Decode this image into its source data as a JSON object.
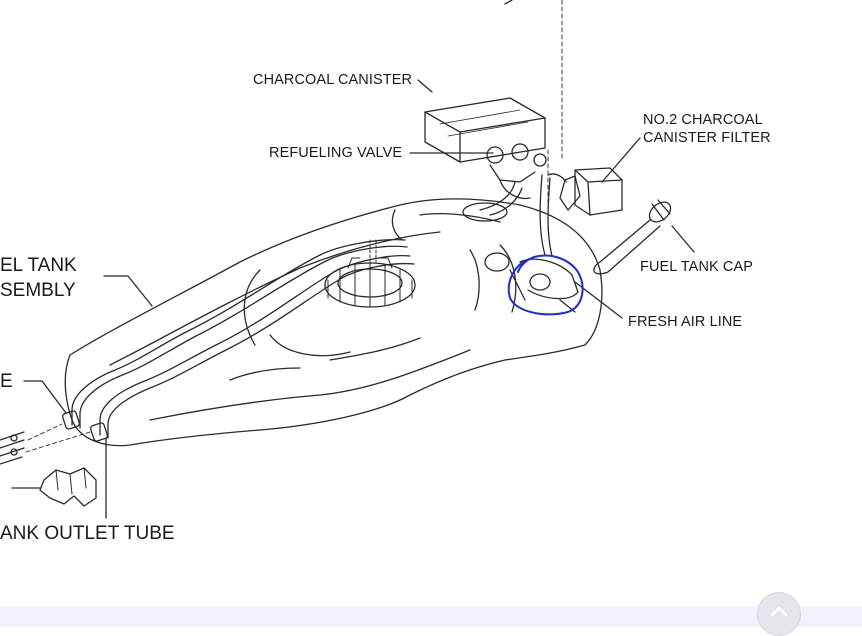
{
  "labels": {
    "charcoal_canister": "CHARCOAL CANISTER",
    "refueling_valve": "REFUELING VALVE",
    "no2_filter_line1": "NO.2 CHARCOAL",
    "no2_filter_line2": "CANISTER FILTER",
    "fuel_tank_cap": "FUEL TANK CAP",
    "fresh_air_line": "FRESH AIR LINE",
    "fuel_tank_assembly_line1": "EL TANK",
    "fuel_tank_assembly_line2": "SEMBLY",
    "left_partial": "E",
    "outlet_tube": "ANK OUTLET TUBE"
  },
  "colors": {
    "ink": "#2a2a2a",
    "annotation_circle": "#1f2fbf",
    "bottom_bar": "#f1f2fb"
  },
  "icons": {
    "scroll_top": "chevron-up-icon"
  }
}
